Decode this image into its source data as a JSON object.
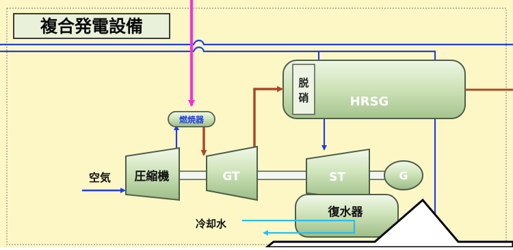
{
  "title": "複合発電設備",
  "labels": {
    "combustor": "燃焼器",
    "compressor": "圧縮機",
    "gas_turbine": "GT",
    "steam_turbine": "ST",
    "generator": "G",
    "hrsg_denitration": "脱硝",
    "hrsg": "HRSG",
    "condenser": "復水器",
    "air": "空気",
    "cooling_water": "冷却水"
  },
  "colors": {
    "panel_fill": "#fdf7c6",
    "panel_border": "#8c8c8c",
    "title_fill": "#e9f1db",
    "equipment_fill": "#d4e6c2",
    "equipment_stroke": "#4d5d4a",
    "fuel_line": "#ff2bd6",
    "air_line": "#1f3fe0",
    "exhaust_line": "#a8482a",
    "cooling_water_line": "#26bdf0"
  }
}
